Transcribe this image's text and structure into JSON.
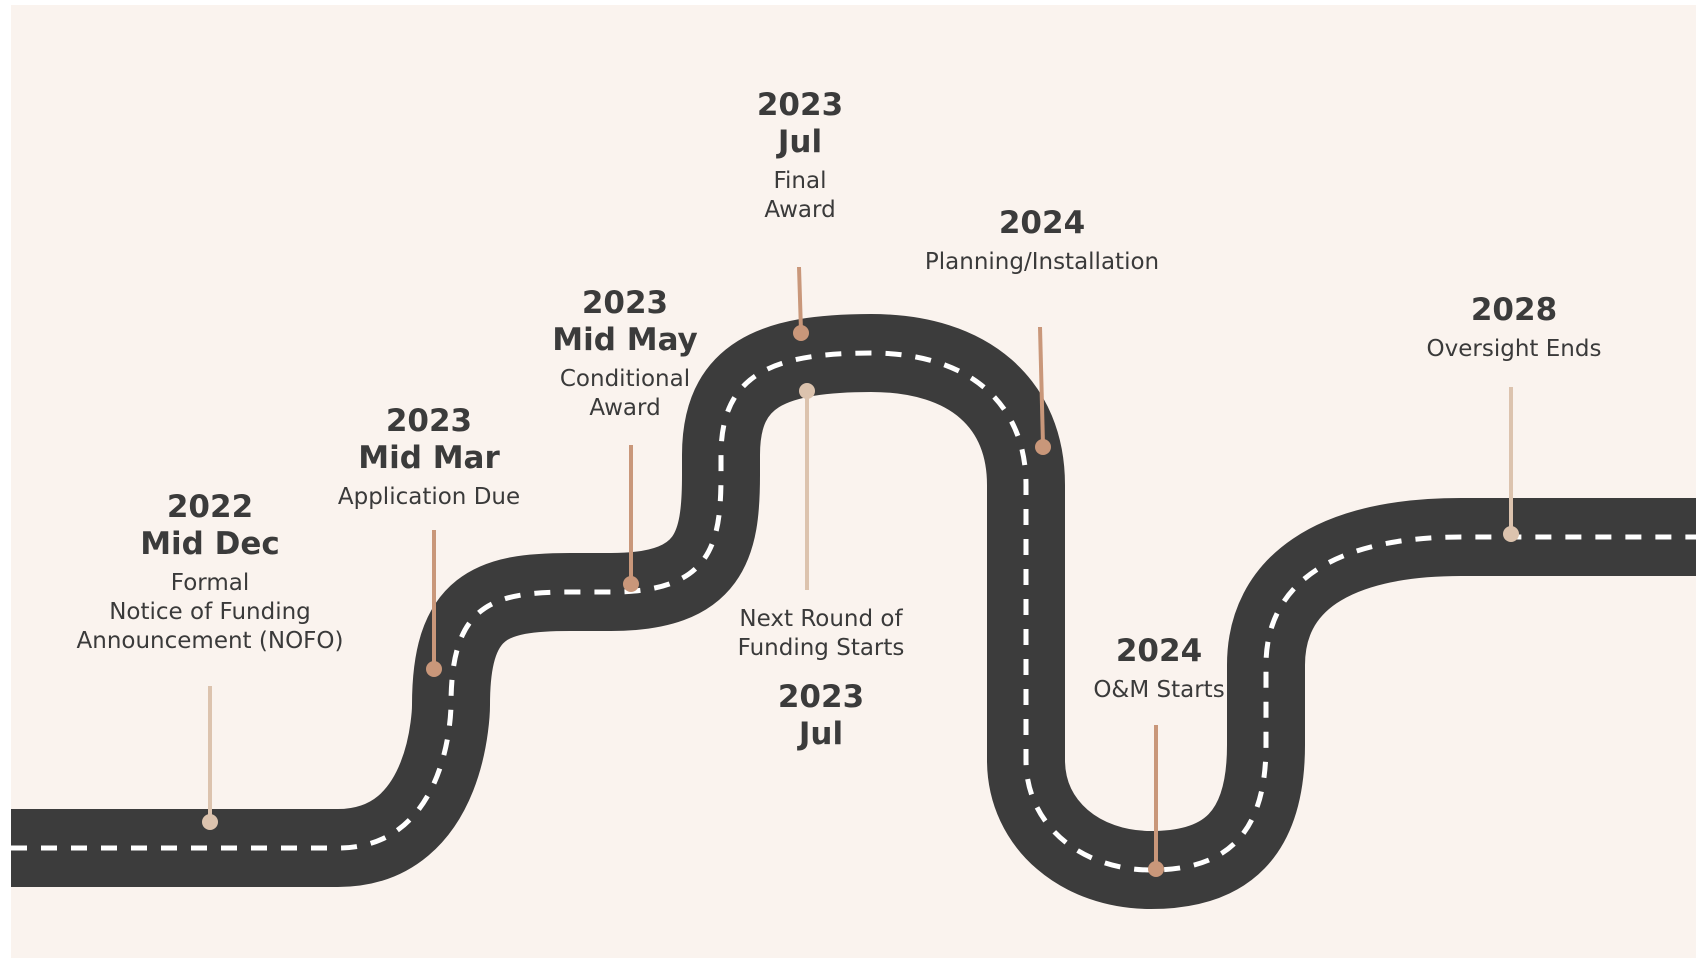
{
  "colors": {
    "background": "#faf3ee",
    "road": "#3c3c3c",
    "dash": "#ffffff",
    "pin_dark": "#c9977a",
    "pin_light": "#dcc3ae"
  },
  "milestones": [
    {
      "year": "2022",
      "period": "Mid Dec",
      "description": "Formal\nNotice of Funding\nAnnouncement (NOFO)"
    },
    {
      "year": "2023",
      "period": "Mid Mar",
      "description": "Application Due"
    },
    {
      "year": "2023",
      "period": "Mid May",
      "description": "Conditional\nAward"
    },
    {
      "year": "2023",
      "period": "Jul",
      "description": "Final\nAward"
    },
    {
      "year": "2023",
      "period": "Jul",
      "description": "Next Round of\nFunding Starts"
    },
    {
      "year": "2024",
      "period": "",
      "description": "Planning/Installation"
    },
    {
      "year": "2024",
      "period": "",
      "description": "O&M Starts"
    },
    {
      "year": "2028",
      "period": "",
      "description": "Oversight Ends"
    }
  ]
}
